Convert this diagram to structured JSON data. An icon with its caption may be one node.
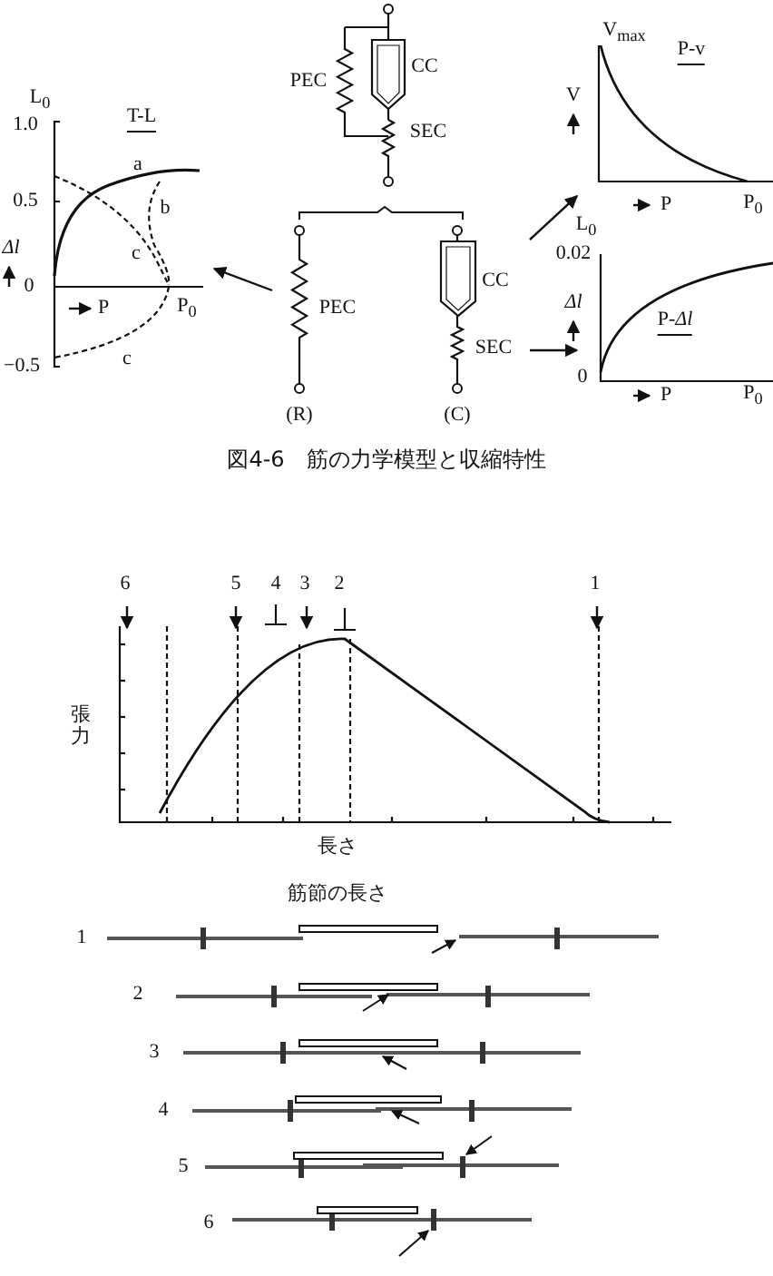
{
  "diagram": {
    "caption": "図4-6　筋の力学模型と収縮特性",
    "nodes": [
      {
        "text": [
          "PEC",
          "CC",
          "SEC"
        ]
      },
      {
        "text": [
          "T-L"
        ]
      },
      {
        "text": [
          "P-v"
        ]
      },
      {
        "text": [
          "PEC"
        ],
        "beside": [
          "(R)"
        ]
      },
      {
        "text": [
          "CC",
          "SEC"
        ],
        "beside": [
          "(C)"
        ]
      },
      {
        "text": [
          "P-*Δl*"
        ]
      }
    ],
    "edges": [
      {
        "from": 3,
        "to": 1,
        "arrow": "to"
      },
      {
        "from": 4,
        "to": 2,
        "arrow": "to"
      },
      {
        "from": 4,
        "to": 5,
        "arrow": "to"
      }
    ],
    "labels": [
      "L$_{0}$",
      "1.0",
      "0.5",
      "a",
      "b",
      "Δl",
      "c",
      "0",
      "P",
      "P$_{0}$",
      "−0.5",
      "c",
      "V$_{max}$",
      "V",
      "P",
      "P$_{0}$",
      "L$_{0}$",
      "0.02",
      "Δl",
      "0",
      "P",
      "P$_{0}$",
      "6",
      "5",
      "4",
      "3",
      "2",
      "1",
      "張力",
      "長さ",
      "筋節の長さ",
      "1",
      "2",
      "3",
      "4",
      "5",
      "6"
    ]
  }
}
